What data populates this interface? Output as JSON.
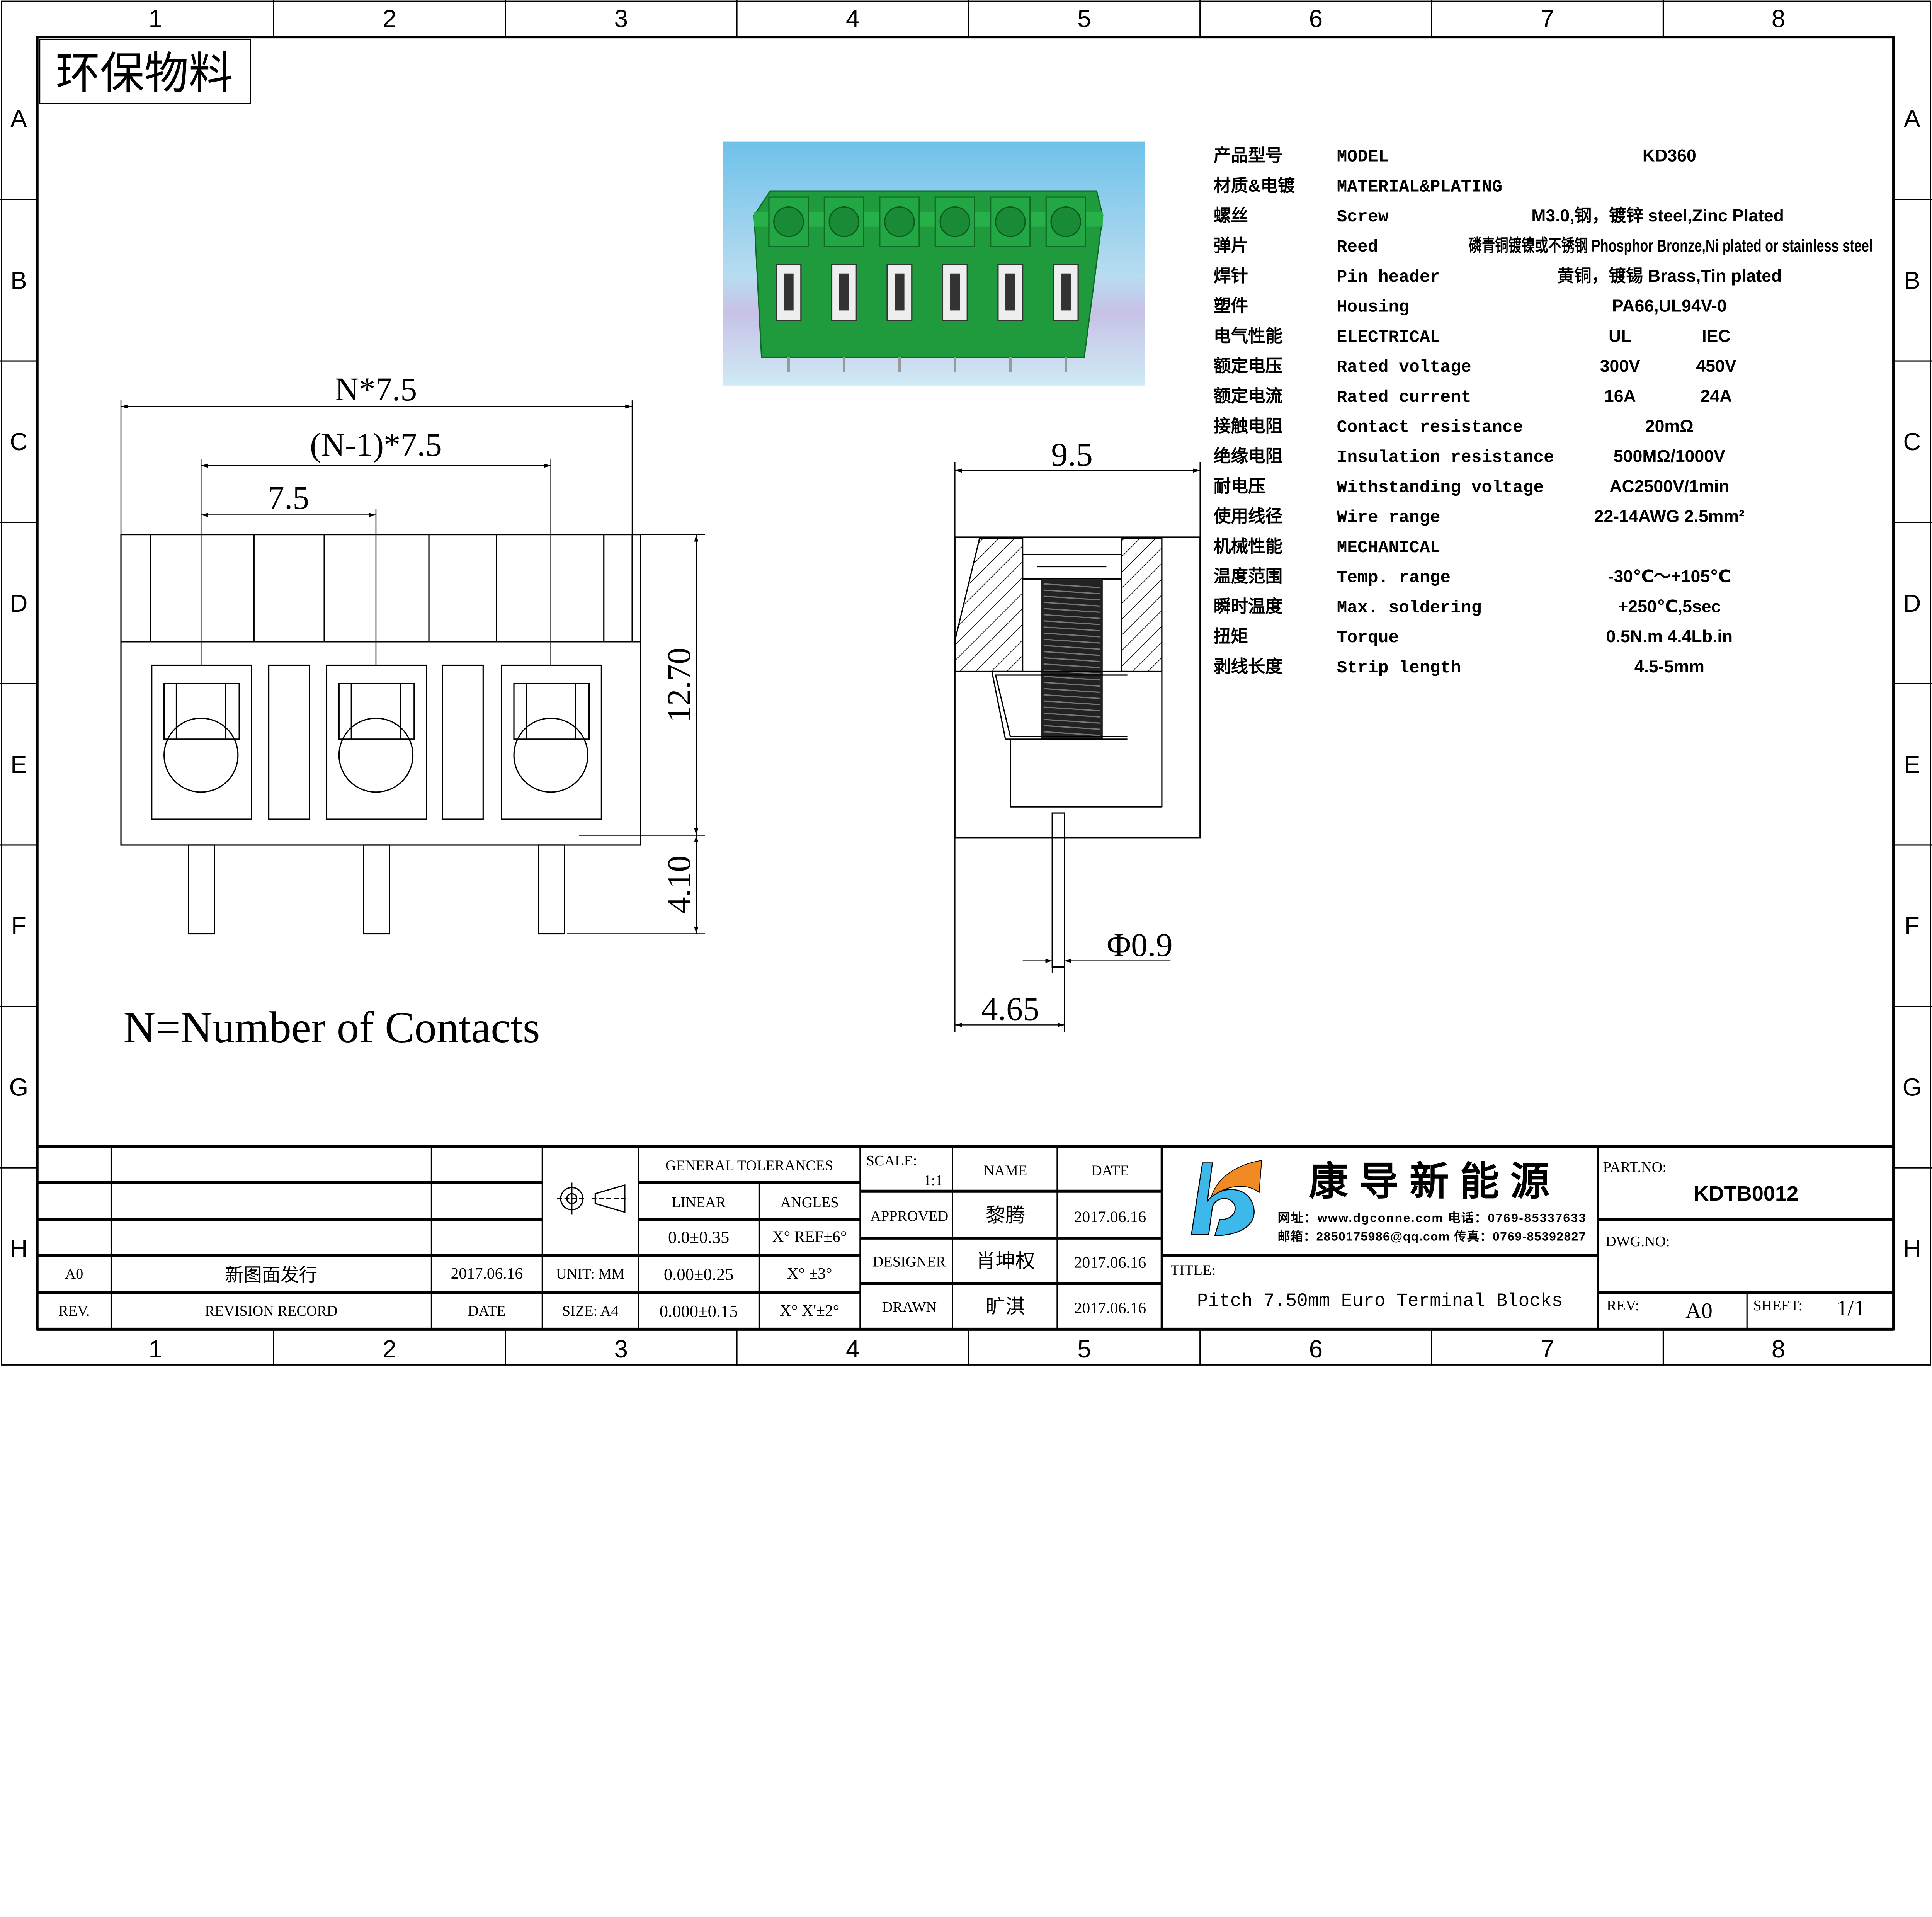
{
  "frame": {
    "columns": [
      "1",
      "2",
      "3",
      "4",
      "5",
      "6",
      "7",
      "8"
    ],
    "rows": [
      "A",
      "B",
      "C",
      "D",
      "E",
      "F",
      "G",
      "H"
    ]
  },
  "badge": "环保物料",
  "photo": {
    "colors": {
      "housing": "#1f9a3c",
      "background": "#9fd3ec"
    }
  },
  "front_view": {
    "dim_total": "N*7.5",
    "dim_span": "(N-1)*7.5",
    "dim_pitch": "7.5",
    "dim_height": "12.70",
    "dim_pin": "4.10",
    "note": "N=Number of Contacts"
  },
  "side_view": {
    "dim_width": "9.5",
    "dim_pin_dia": "Φ0.9",
    "dim_pin_offset": "4.65"
  },
  "specs": {
    "rows": [
      {
        "cn": "产品型号",
        "en": "MODEL",
        "value": "KD360"
      },
      {
        "cn": "材质&电镀",
        "en": "MATERIAL&PLATING",
        "value": ""
      },
      {
        "cn": "螺丝",
        "en": "Screw",
        "value": "M3.0,钢，镀锌 steel,Zinc Plated"
      },
      {
        "cn": "弹片",
        "en": "Reed",
        "value": "磷青铜镀镍或不锈钢 Phosphor Bronze,Ni plated or stainless steel"
      },
      {
        "cn": "焊针",
        "en": "Pin header",
        "value": "黄铜，镀锡 Brass,Tin plated"
      },
      {
        "cn": "塑件",
        "en": "Housing",
        "value": "PA66,UL94V-0"
      },
      {
        "cn": "电气性能",
        "en": "ELECTRICAL",
        "ul": "UL",
        "iec": "IEC"
      },
      {
        "cn": "额定电压",
        "en": "Rated voltage",
        "ul": "300V",
        "iec": "450V"
      },
      {
        "cn": "额定电流",
        "en": "Rated current",
        "ul": "16A",
        "iec": "24A"
      },
      {
        "cn": "接触电阻",
        "en": "Contact resistance",
        "value": "20mΩ"
      },
      {
        "cn": "绝缘电阻",
        "en": "Insulation resistance",
        "value": "500MΩ/1000V"
      },
      {
        "cn": "耐电压",
        "en": "Withstanding voltage",
        "value": "AC2500V/1min"
      },
      {
        "cn": "使用线径",
        "en": "Wire range",
        "value": "22-14AWG 2.5mm²"
      },
      {
        "cn": "机械性能",
        "en": "MECHANICAL",
        "value": ""
      },
      {
        "cn": "温度范围",
        "en": "Temp. range",
        "value": "-30℃～+105℃"
      },
      {
        "cn": "瞬时温度",
        "en": "Max. soldering",
        "value": "+250℃,5sec"
      },
      {
        "cn": "扭矩",
        "en": "Torque",
        "value": "0.5N.m  4.4Lb.in"
      },
      {
        "cn": "剥线长度",
        "en": "Strip length",
        "value": "4.5-5mm"
      }
    ]
  },
  "title_block": {
    "revision": {
      "rev": "A0",
      "record": "新图面发行",
      "date": "2017.06.16",
      "h_rev": "REV.",
      "h_record": "REVISION RECORD",
      "h_date": "DATE"
    },
    "unit": "UNIT: MM",
    "size": "SIZE: A4",
    "tolerances": {
      "title": "GENERAL TOLERANCES",
      "linear": "LINEAR",
      "angles": "ANGLES",
      "lin1": "0.0±0.35",
      "ang1": "X° REF±6°",
      "lin2": "0.00±0.25",
      "ang2": "X° ±3°",
      "lin3": "0.000±0.15",
      "ang3": "X° X'±2°"
    },
    "scale_label": "SCALE:",
    "scale": "1:1",
    "name_header": "NAME",
    "date_header": "DATE",
    "approved": {
      "label": "APPROVED",
      "name": "黎腾",
      "date": "2017.06.16"
    },
    "designer": {
      "label": "DESIGNER",
      "name": "肖坤权",
      "date": "2017.06.16"
    },
    "drawn": {
      "label": "DRAWN",
      "name": "旷淇",
      "date": "2017.06.16"
    },
    "company": {
      "name": "康 导 新 能 源",
      "line1": "网址：www.dgconne.com   电话：0769-85337633",
      "line2": "邮箱：2850175986@qq.com 传真：0769-85392827",
      "logo_colors": {
        "blue": "#3db8ea",
        "orange": "#f18a22"
      }
    },
    "title_label": "TITLE:",
    "title": "Pitch 7.50mm Euro Terminal Blocks",
    "part_no_label": "PART.NO:",
    "part_no": "KDTB0012",
    "dwg_no_label": "DWG.NO:",
    "rev_label": "REV:",
    "rev": "A0",
    "sheet_label": "SHEET:",
    "sheet": "1/1"
  }
}
